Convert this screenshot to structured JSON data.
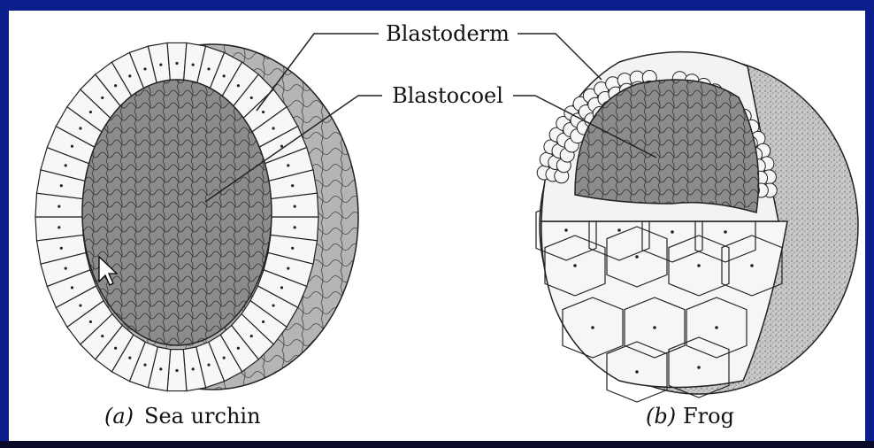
{
  "labels": {
    "blastoderm": "Blastoderm",
    "blastocoel": "Blastocoel"
  },
  "captions": {
    "a_letter": "(a)",
    "a_text": "Sea urchin",
    "b_letter": "(b)",
    "b_text": "Frog"
  },
  "colors": {
    "background_frame": "#0b1f8c",
    "panel": "#ffffff",
    "cell_fill": "#f7f7f7",
    "interior_gray": "#8a8a8a",
    "outline": "#222222"
  }
}
